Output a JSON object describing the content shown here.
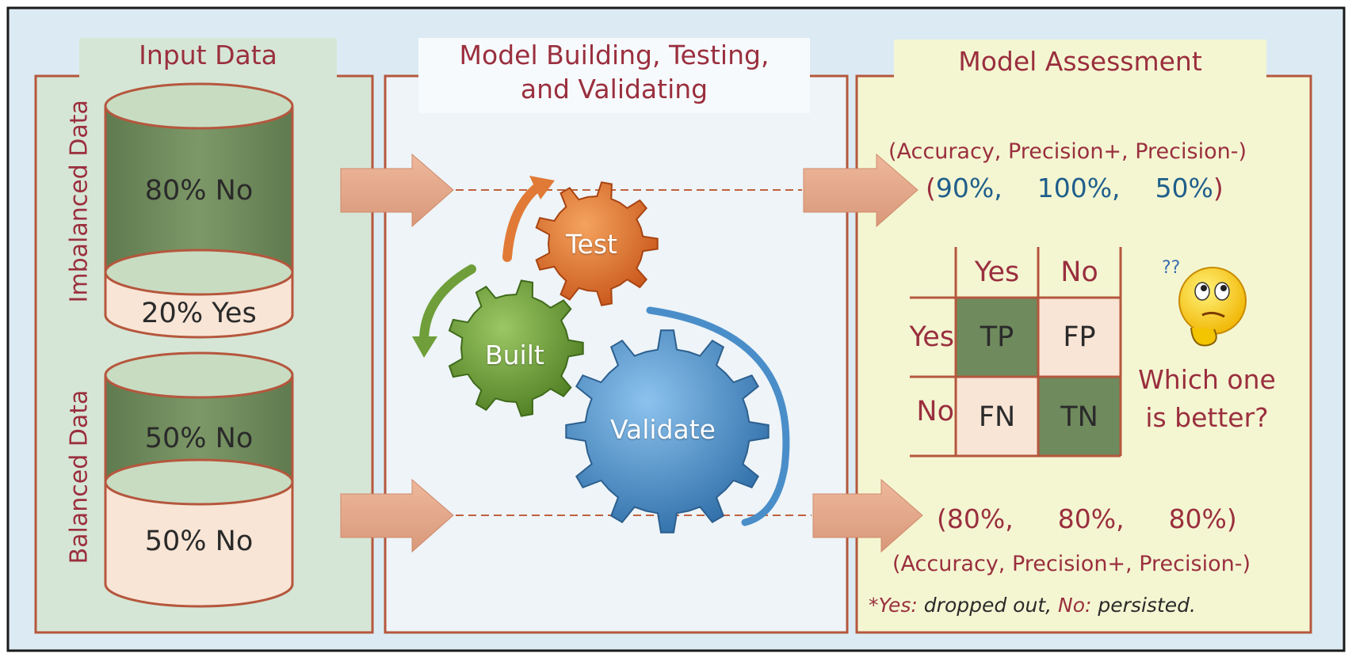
{
  "colors": {
    "frame_bg": "#dcebf3",
    "input_panel": "#d6e6d6",
    "model_panel": "#eef4f8",
    "assess_panel": "#f4f6d2",
    "panel_border": "#b5573d",
    "title_color": "#9a2f3e",
    "cyl_top": "#6f8a5c",
    "cyl_bottom": "#f8e5d6",
    "arrow": "#e0a98d",
    "gear_orange": "#e0702c",
    "gear_green": "#6f9e3a",
    "gear_blue": "#4a8ec9",
    "cell_green": "#6f8a5c",
    "cell_peach": "#f8e5d6",
    "value_blue": "#1f5f8b"
  },
  "panels": {
    "input": {
      "title": "Input Data"
    },
    "model": {
      "title_line1": "Model Building, Testing,",
      "title_line2": "and Validating"
    },
    "assessment": {
      "title": "Model Assessment"
    }
  },
  "imbalanced": {
    "label": "Imbalanced Data",
    "top": "80% No",
    "bottom": "20% Yes"
  },
  "balanced": {
    "label": "Balanced Data",
    "top": "50% No",
    "bottom": "50% No"
  },
  "gears": {
    "test": "Test",
    "built": "Built",
    "validate": "Validate"
  },
  "metrics_top": {
    "names": "(Accuracy, Precision+, Precision-)",
    "open": "(",
    "accuracy": "90%,",
    "precision_pos": "100%,",
    "precision_neg": "50%",
    "close": ")"
  },
  "metrics_bottom": {
    "open": "(",
    "accuracy": "80%,",
    "precision_pos": "80%,",
    "precision_neg": "80%",
    "close": ")",
    "names": "(Accuracy, Precision+, Precision-)"
  },
  "matrix": {
    "col_yes": "Yes",
    "col_no": "No",
    "row_yes": "Yes",
    "row_no": "No",
    "tp": "TP",
    "fp": "FP",
    "fn": "FN",
    "tn": "TN"
  },
  "question": {
    "line1": "Which one",
    "line2": "is better?",
    "marks": "??"
  },
  "footnote": {
    "yes_key": "*Yes:",
    "yes_val": " dropped out,",
    "no_key": " No:",
    "no_val": " persisted."
  }
}
